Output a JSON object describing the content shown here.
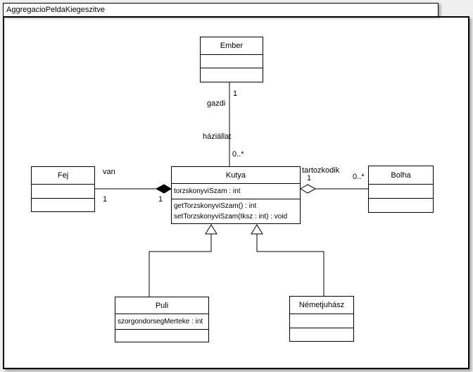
{
  "window": {
    "tab_title": "AggregacioPeldaKiegeszitve"
  },
  "diagram": {
    "classes": {
      "ember": {
        "name": "Ember"
      },
      "kutya": {
        "name": "Kutya",
        "attributes": [
          "torzskonyviSzam : int"
        ],
        "methods": [
          "getTorzskonyviSzam() : int",
          "setTorzskonyviSzam(tksz : int) : void"
        ]
      },
      "fej": {
        "name": "Fej"
      },
      "bolha": {
        "name": "Bolha"
      },
      "puli": {
        "name": "Puli",
        "attributes": [
          "szorgondorsegMerteke : int"
        ]
      },
      "nemetjuhasz": {
        "name": "Németjuhász"
      }
    },
    "edges": {
      "ember_kutya": {
        "type": "association",
        "mult_ember": "1",
        "role_ember": "gazdi",
        "role_kutya": "háziállat",
        "mult_kutya": "0..*"
      },
      "fej_kutya": {
        "type": "composition",
        "label": "van",
        "mult_fej": "1",
        "mult_kutya": "1"
      },
      "kutya_bolha": {
        "type": "aggregation",
        "label": "tartozkodik",
        "mult_kutya": "1",
        "mult_bolha": "0..*"
      },
      "puli_kutya": {
        "type": "generalization"
      },
      "nemetjuhasz_kutya": {
        "type": "generalization"
      }
    },
    "colors": {
      "line": "#000000",
      "box_fill": "#ffffff",
      "canvas": "#ffffff",
      "outside": "#efefef"
    }
  }
}
